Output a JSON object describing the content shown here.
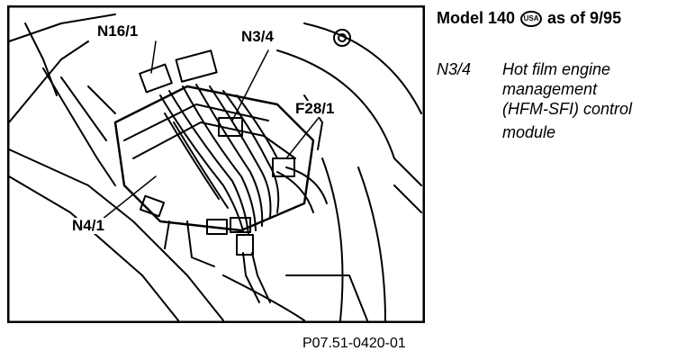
{
  "heading": {
    "model_prefix": "Model 140",
    "badge": "USA",
    "model_suffix": "as of 9/95"
  },
  "callouts": {
    "n16_1": "N16/1",
    "n3_4": "N3/4",
    "f28_1": "F28/1",
    "n4_1": "N4/1"
  },
  "legend": {
    "code": "N3/4",
    "lines": [
      "Hot film engine",
      "management",
      "(HFM-SFI) control",
      "module"
    ]
  },
  "figure_code": "P07.51-0420-01"
}
